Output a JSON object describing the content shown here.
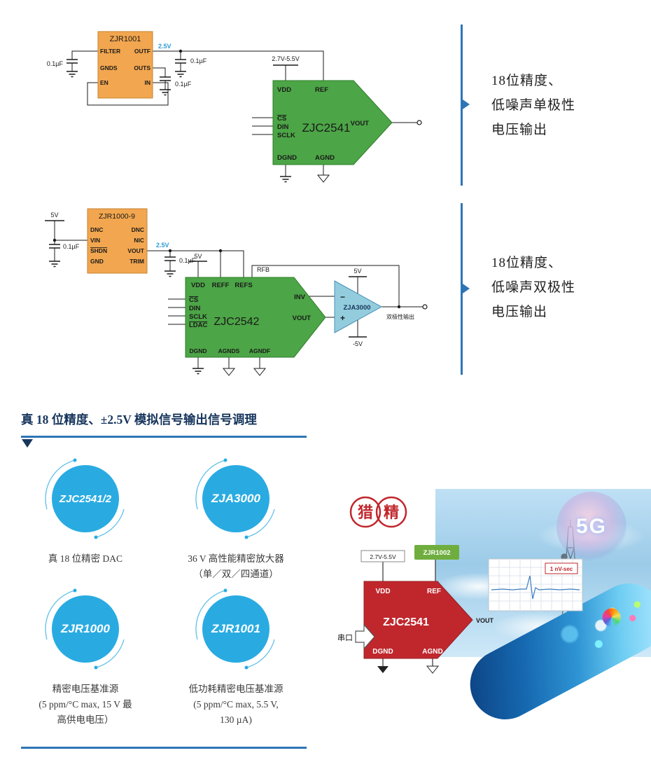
{
  "colors": {
    "orange": "#F2A64F",
    "green": "#4CA546",
    "blue_accent": "#2E75B6",
    "amp_blue": "#93CDDD",
    "circle_blue": "#29ABE2",
    "red": "#C0272D",
    "navy": "#17365D",
    "rail_blue": "#2E9BD6"
  },
  "c1": {
    "reg_title": "ZJR1001",
    "p_filter": "FILTER",
    "p_gnds": "GNDS",
    "p_en": "EN",
    "p_outf": "OUTF",
    "p_outs": "OUTS",
    "p_in": "IN",
    "cap_l": "0.1µF",
    "cap_a": "0.1µF",
    "cap_b": "0.1µF",
    "rail": "2.5V",
    "supply": "2.7V-5.5V",
    "dac_title": "ZJC2541",
    "p_vdd": "VDD",
    "p_ref": "REF",
    "p_cs": "CS",
    "p_din": "DIN",
    "p_sclk": "SCLK",
    "p_vout": "VOUT",
    "p_dgnd": "DGND",
    "p_agnd": "AGND"
  },
  "note1": {
    "l1": "18位精度、",
    "l2": "低噪声单极性",
    "l3": "电压输出"
  },
  "c2": {
    "supply_in": "5V",
    "cap_l": "0.1µF",
    "reg_title": "ZJR1000-9",
    "p_dnc1": "DNC",
    "p_vin": "VIN",
    "p_shdn": "SHDN",
    "p_gnd": "GND",
    "p_dnc2": "DNC",
    "p_nic": "NIC",
    "p_vout": "VOUT",
    "p_trim": "TRIM",
    "rail": "2.5V",
    "cap_a": "0.1µF",
    "supply_vdd": "5V",
    "rfb": "RFB",
    "dac_title": "ZJC2542",
    "p_vdd": "VDD",
    "p_reff": "REFF",
    "p_refs": "REFS",
    "p_cs": "CS",
    "p_din": "DIN",
    "p_sclk": "SCLK",
    "p_ldac": "LDAC",
    "p_inv": "INV",
    "p_dvout": "VOUT",
    "p_dgnd": "DGND",
    "p_agnds": "AGNDS",
    "p_agndf": "AGNDF",
    "amp_title": "ZJA3000",
    "amp_minus": "−",
    "amp_plus": "+",
    "amp_vp": "5V",
    "amp_vn": "-5V",
    "out_label": "双极性输出"
  },
  "note2": {
    "l1": "18位精度、",
    "l2": "低噪声双极性",
    "l3": "电压输出"
  },
  "s3": {
    "title": "真 18 位精度、±2.5V 模拟信号输出信号调理",
    "products": [
      {
        "name": "ZJC2541/2",
        "d1": "真 18 位精密 DAC",
        "d2": "",
        "d3": ""
      },
      {
        "name": "ZJA3000",
        "d1": "36 V 高性能精密放大器",
        "d2": "（单／双／四通道）",
        "d3": ""
      },
      {
        "name": "ZJR1000",
        "d1": "精密电压基准源",
        "d2": "(5 ppm/°C max, 15 V 最",
        "d3": "高供电电压）"
      },
      {
        "name": "ZJR1001",
        "d1": "低功耗精密电压基准源",
        "d2": "(5 ppm/°C max, 5.5 V,",
        "d3": "130 µA)"
      }
    ]
  },
  "promo": {
    "logo_l": "猎",
    "logo_r": "精",
    "five_g": "5G",
    "supply": "2.7V-5.5V",
    "ref_box": "ZJR1002",
    "chip_title": "ZJC2541",
    "p_vdd": "VDD",
    "p_ref": "REF",
    "p_vout": "VOUT",
    "p_dgnd": "DGND",
    "p_agnd": "AGND",
    "serial": "串口",
    "chart_label": "1 nV-sec"
  }
}
